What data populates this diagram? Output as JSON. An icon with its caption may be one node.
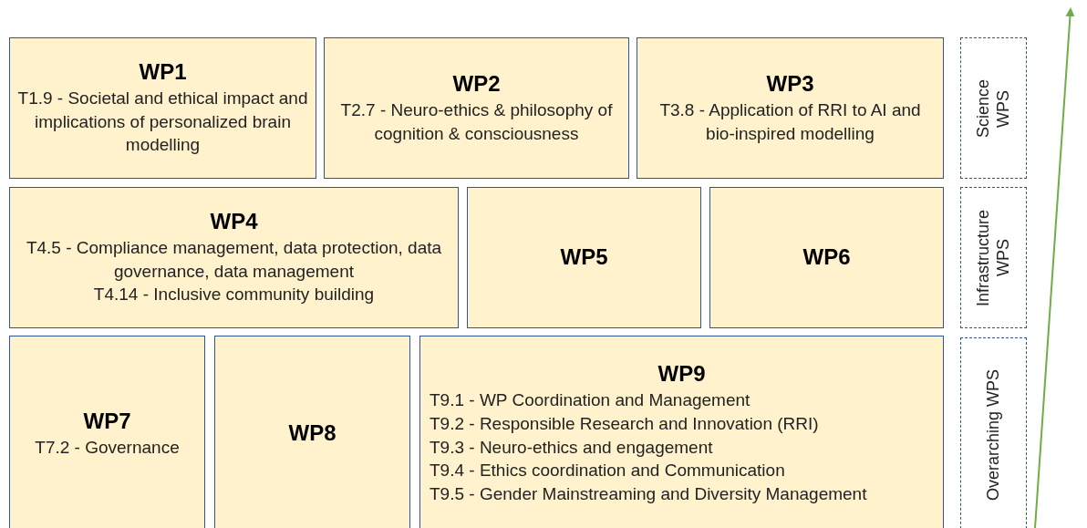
{
  "diagram": {
    "nodes": [
      {
        "text": [
          "WP1",
          "T1.9 - Societal and ethical impact and implications of personalized brain modelling"
        ]
      },
      {
        "text": [
          "WP2",
          "T2.7 - Neuro-ethics & philosophy of cognition & consciousness"
        ]
      },
      {
        "text": [
          "WP3",
          "T3.8 - Application of RRI to AI and bio-inspired modelling"
        ]
      },
      {
        "text": [
          "Science WPS"
        ]
      },
      {
        "text": [
          "WP4",
          "T4.5 - Compliance management, data protection, data governance, data management",
          "T4.14 - Inclusive community building"
        ]
      },
      {
        "text": [
          "WP5"
        ]
      },
      {
        "text": [
          "WP6"
        ]
      },
      {
        "text": [
          "Infrastructure WPS"
        ]
      },
      {
        "text": [
          "WP7",
          "T7.2 - Governance"
        ]
      },
      {
        "text": [
          "WP8"
        ]
      },
      {
        "text": [
          "WP9",
          "T9.1 - WP Coordination and Management",
          "T9.2 - Responsible Research and Innovation (RRI)",
          "T9.3 - Neuro-ethics and engagement",
          "T9.4 - Ethics coordination and Communication",
          "T9.5 - Gender Mainstreaming and Diversity Management"
        ]
      },
      {
        "text": [
          "Overarching WPS"
        ]
      }
    ]
  }
}
